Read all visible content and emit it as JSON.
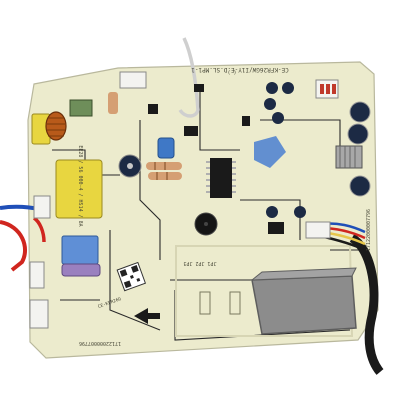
{
  "image": {
    "subject": "air-conditioner-indoor-unit-control-board",
    "background": "#ffffff"
  },
  "board": {
    "substrate_color": "#ecebcd",
    "trace_color": "#2a2a2a",
    "silkscreen_top": "CE-KFR26GW/I1Y-E.D.SL.MP1-1",
    "silkscreen_right_top": "( )",
    "silkscreen_vertical_right": "17122000007796",
    "silkscreen_bottom": "17122000007796",
    "silkscreen_mid": "JP1 JP2 JP3",
    "silkscreen_sticker": "CE-KFR26G",
    "relay_left_label": "EE28 / 56 000-4 / HS14 / 8A",
    "arrow_direction": "left"
  },
  "components": {
    "relay_colors": {
      "yellow": "#e8d640",
      "blue": "#5f8fd6",
      "purple": "#9a80bf"
    },
    "wire_colors": {
      "red": "#d0261f",
      "blue": "#1f4fb8",
      "black": "#1a1a1a",
      "white": "#eeeeee"
    },
    "capacitor_colors": {
      "orange": "#e0a03a",
      "yellow": "#e7c64a",
      "blue": "#3f78c6"
    },
    "electrolytic_color": "#1c2a44",
    "ic_color": "#1a1a1a",
    "box_color": "#8c8c8c",
    "connector_color": "#f3f3f0",
    "inductor_color": "#b85a1a",
    "resistor_color": "#d59f73"
  }
}
